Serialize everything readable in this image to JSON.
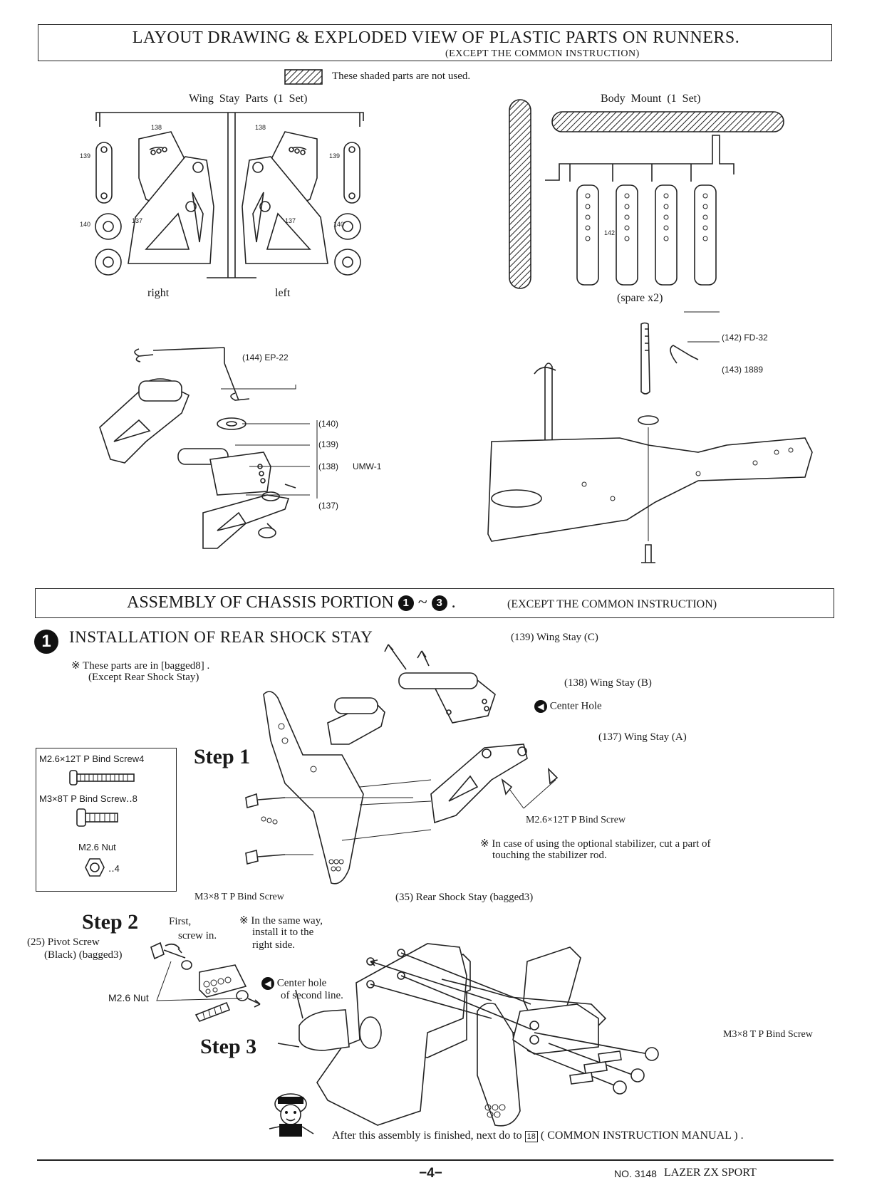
{
  "header": {
    "title": "LAYOUT DRAWING & EXPLODED VIEW OF PLASTIC PARTS ON RUNNERS.",
    "subtitle": "(EXCEPT THE COMMON INSTRUCTION)",
    "legend_text": "These shaded parts are not used."
  },
  "runners": {
    "wing_stay_title": "Wing Stay Parts (1 Set)",
    "body_mount_title": "Body Mount (1 Set)",
    "right_label": "right",
    "left_label": "left",
    "spare_label": "(spare x2)",
    "part_numbers": [
      "138",
      "139",
      "140",
      "137",
      "142"
    ]
  },
  "exploded_left": {
    "ep22": "(144) EP-22",
    "n140": "(140)",
    "n139": "(139)",
    "n138": "(138)",
    "n137": "(137)",
    "umw1": "UMW-1"
  },
  "exploded_right": {
    "fd32": "(142) FD-32",
    "n1889": "(143) 1889"
  },
  "section2": {
    "title": "ASSEMBLY OF CHASSIS PORTION",
    "range": "1 ~ 3",
    "subtitle": "(EXCEPT THE COMMON INSTRUCTION)"
  },
  "step_section": {
    "number": "1",
    "title": "INSTALLATION OF REAR SHOCK STAY",
    "note_line1": "※ These parts are in [bagged8] .",
    "note_line2": "(Except Rear Shock Stay)"
  },
  "parts_box": {
    "item1": "M2.6×12T P Bind Screw4",
    "item2": "M3×8T P Bind Screw‥8",
    "item3": "M2.6 Nut",
    "item3_qty": "‥4"
  },
  "step1": {
    "label": "Step 1",
    "wing_c": "(139) Wing Stay (C)",
    "wing_b": "(138) Wing Stay (B)",
    "center_hole": "Center Hole",
    "wing_a": "(137) Wing Stay (A)",
    "m26_screw": "M2.6×12T P Bind Screw",
    "stabilizer_note1": "※ In case of using the optional stabilizer, cut a part of",
    "stabilizer_note2": "touching the stabilizer rod.",
    "m3_screw": "M3×8 T P Bind Screw",
    "rear_shock_stay": "(35) Rear Shock Stay (bagged3)"
  },
  "step2": {
    "label": "Step 2",
    "first": "First,",
    "screw_in": "screw in.",
    "pivot1": "(25) Pivot Screw",
    "pivot2": "(Black) (bagged3)",
    "same_way1": "※ In the same way,",
    "same_way2": "install it to the",
    "same_way3": "right side.",
    "center_hole1": "Center hole",
    "center_hole2": "of second line.",
    "nut": "M2.6 Nut"
  },
  "step3": {
    "label": "Step 3",
    "m3_screw": "M3×8 T P Bind Screw",
    "after": "After this assembly is finished, next do to",
    "after_ref": "18",
    "after_tail": "( COMMON INSTRUCTION MANUAL ) ."
  },
  "footer": {
    "page": "−4−",
    "code": "NO. 3148",
    "model": "LAZER ZX SPORT"
  }
}
